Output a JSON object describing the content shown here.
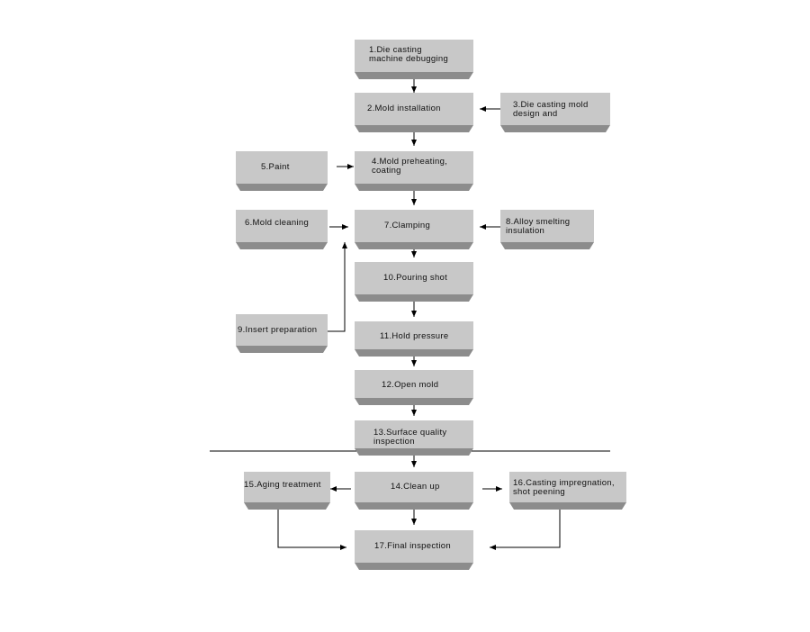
{
  "steps": {
    "s1": "1.Die casting\nmachine debugging",
    "s2": "2.Mold installation",
    "s3": "3.Die casting mold\ndesign and",
    "s4": "4.Mold preheating,\ncoating",
    "s5": "5.Paint",
    "s6": "6.Mold cleaning",
    "s7": "7.Clamping",
    "s8": "8.Alloy smelting\ninsulation",
    "s9": "9.Insert preparation",
    "s10": "10.Pouring shot",
    "s11": "11.Hold pressure",
    "s12": "12.Open mold",
    "s13": "13.Surface quality\ninspection",
    "s14": "14.Clean up",
    "s15": "15.Aging treatment",
    "s16": "16.Casting impregnation,\nshot peening",
    "s17": "17.Final inspection"
  },
  "colors": {
    "box": "#c8c8c8",
    "box_bevel": "#8c8c8c",
    "line": "#000000"
  }
}
